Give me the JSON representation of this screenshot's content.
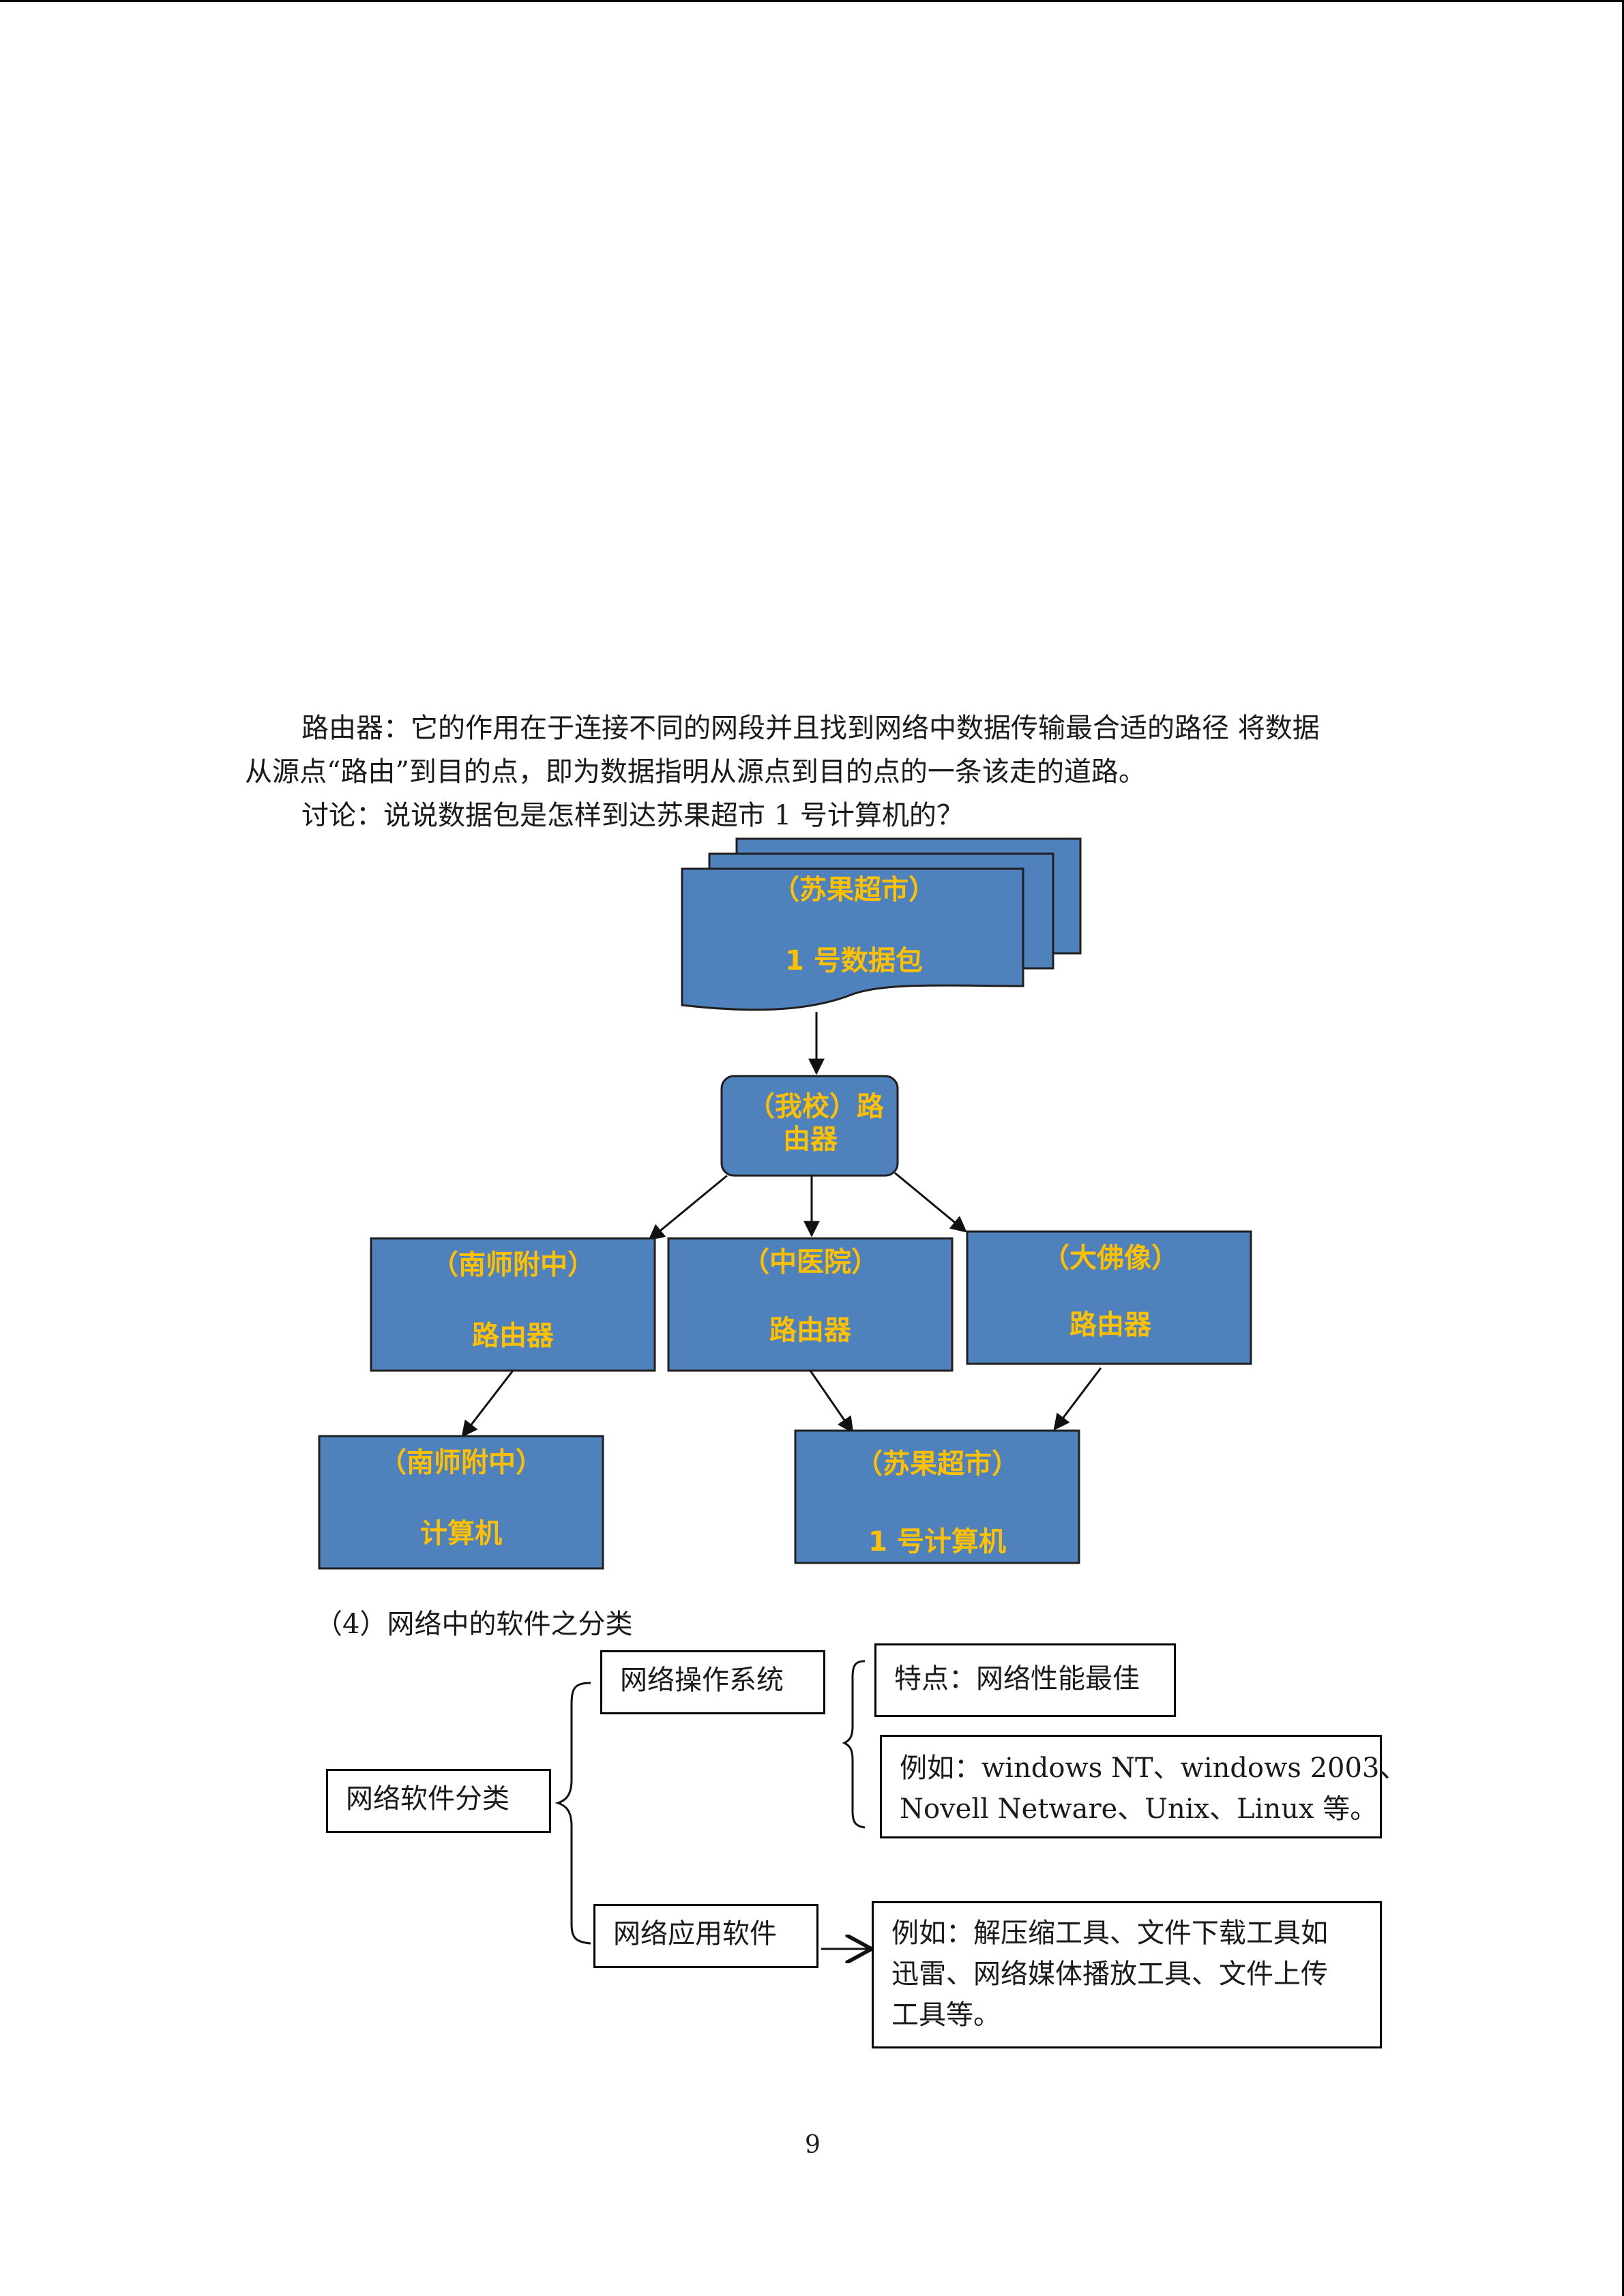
{
  "paragraphs": {
    "router_def_line1": "路由器：它的作用在于连接不同的网段并且找到网络中数据传输最合适的路径  将数据",
    "router_def_line2": "从源点“路由”到目的点，即为数据指明从源点到目的点的一条该走的道路。",
    "discussion": "讨论：说说数据包是怎样到达苏果超市 1 号计算机的？"
  },
  "flowchart": {
    "packet": {
      "line1": "（苏果超市）",
      "line2": "1 号数据包"
    },
    "school_router": {
      "line1": "（我校）路",
      "line2": "由器"
    },
    "routers": [
      {
        "line1": "（南师附中）",
        "line2": "路由器"
      },
      {
        "line1": "（中医院）",
        "line2": "路由器"
      },
      {
        "line1": "（大佛像）",
        "line2": "路由器"
      }
    ],
    "computers": [
      {
        "line1": "（南师附中）",
        "line2": "计算机"
      },
      {
        "line1": "（苏果超市）",
        "line2": "1 号计算机"
      }
    ],
    "colors": {
      "box_fill": "#4F81BD",
      "text": "#FFC000",
      "stroke": "#1F1F1F"
    }
  },
  "section4": {
    "heading": "（4）网络中的软件之分类",
    "root": "网络软件分类",
    "os": "网络操作系统",
    "os_feature": "特点：网络性能最佳",
    "os_example_line1": "例如：windows NT、windows 2003、",
    "os_example_line2": "Novell Netware、Unix、Linux 等。",
    "app": "网络应用软件",
    "app_example_line1": "例如：解压缩工具、文件下载工具如",
    "app_example_line2": "迅雷、网络媒体播放工具、文件上传",
    "app_example_line3": "工具等。"
  },
  "page_number": "9"
}
